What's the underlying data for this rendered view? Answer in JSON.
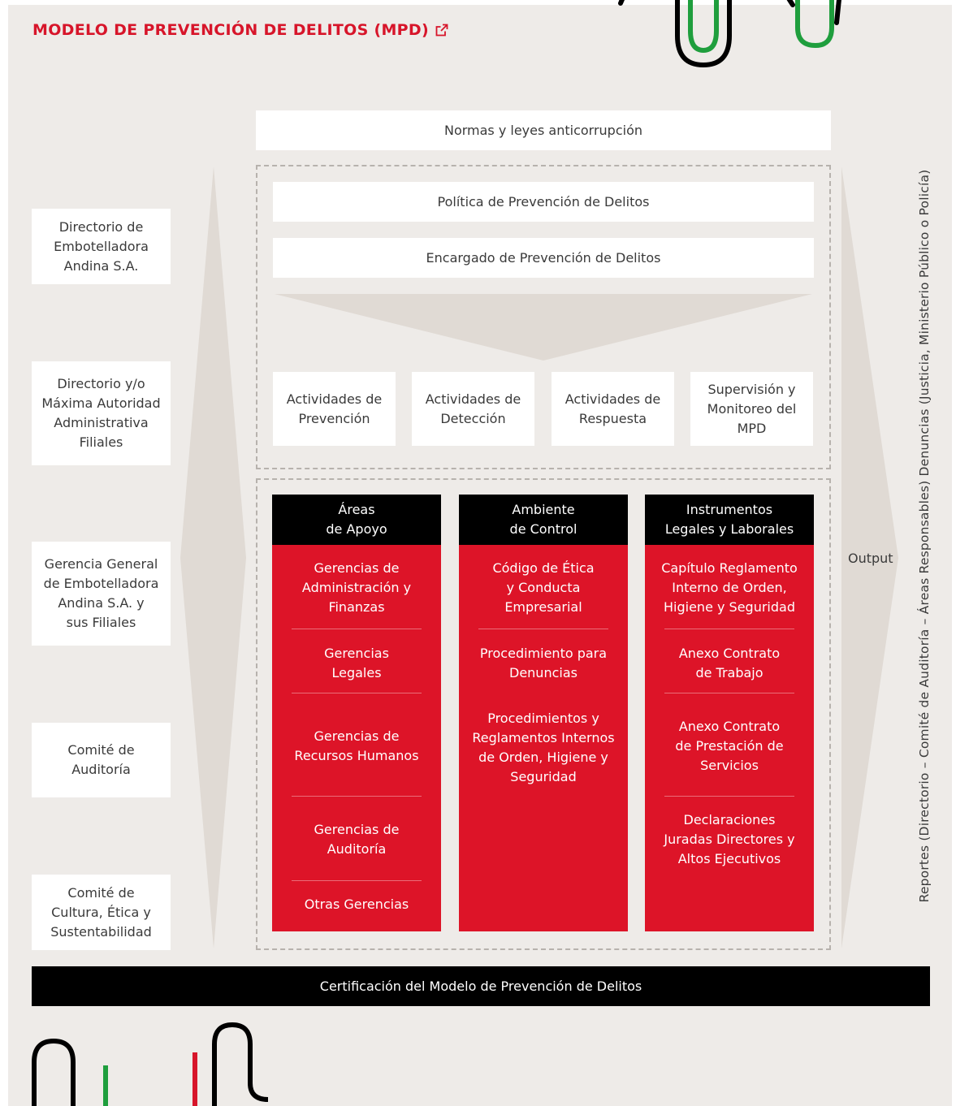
{
  "title": "MODELO DE PREVENCIÓN DE DELITOS (MPD)",
  "colors": {
    "red": "#dd1428",
    "black": "#000000",
    "green": "#1f9e3d",
    "bg": "#eeebe8",
    "dash": "#b7b2ad"
  },
  "icons": {
    "external_link": "external-link-icon"
  },
  "left_column": [
    "Directorio de\nEmbotelladora\nAndina S.A.",
    "Directorio y/o\nMáxima Autoridad\nAdministrativa\nFiliales",
    "Gerencia General\nde Embotelladora\nAndina S.A. y\nsus Filiales",
    "Comité de\nAuditoría",
    "Comité de\nCultura, Ética y\nSustentabilidad"
  ],
  "top_box": "Normas y leyes anticorrupción",
  "policy_box": "Política de Prevención de Delitos",
  "officer_box": "Encargado de Prevención de Delitos",
  "activities": [
    "Actividades de\nPrevención",
    "Actividades de\nDetección",
    "Actividades de\nRespuesta",
    "Supervisión y\nMonitoreo del\nMPD"
  ],
  "columns": [
    {
      "header": "Áreas\nde Apoyo",
      "items": [
        "Gerencias de\nAdministración y\nFinanzas",
        "Gerencias\nLegales",
        "Gerencias de\nRecursos Humanos",
        "Gerencias de\nAuditoría",
        "Otras Gerencias"
      ]
    },
    {
      "header": "Ambiente\nde Control",
      "items": [
        "Código de Ética\ny Conducta\nEmpresarial",
        "Procedimiento para\nDenuncias",
        "Procedimientos  y\nReglamentos Internos\nde Orden, Higiene y\nSeguridad"
      ]
    },
    {
      "header": "Instrumentos\nLegales y Laborales",
      "items": [
        "Capítulo Reglamento\nInterno de Orden,\nHigiene y Seguridad",
        "Anexo Contrato\nde Trabajo",
        "Anexo Contrato\nde Prestación de\nServicios",
        "Declaraciones\nJuradas Directores y\nAltos Ejecutivos"
      ]
    }
  ],
  "output_label": "Output",
  "vertical_label": "Reportes (Directorio – Comité de Auditoría – Áreas Responsables) Denuncias (Justicia, Ministerio Público o Policía)",
  "footer": "Certificación del Modelo de Prevención de Delitos"
}
